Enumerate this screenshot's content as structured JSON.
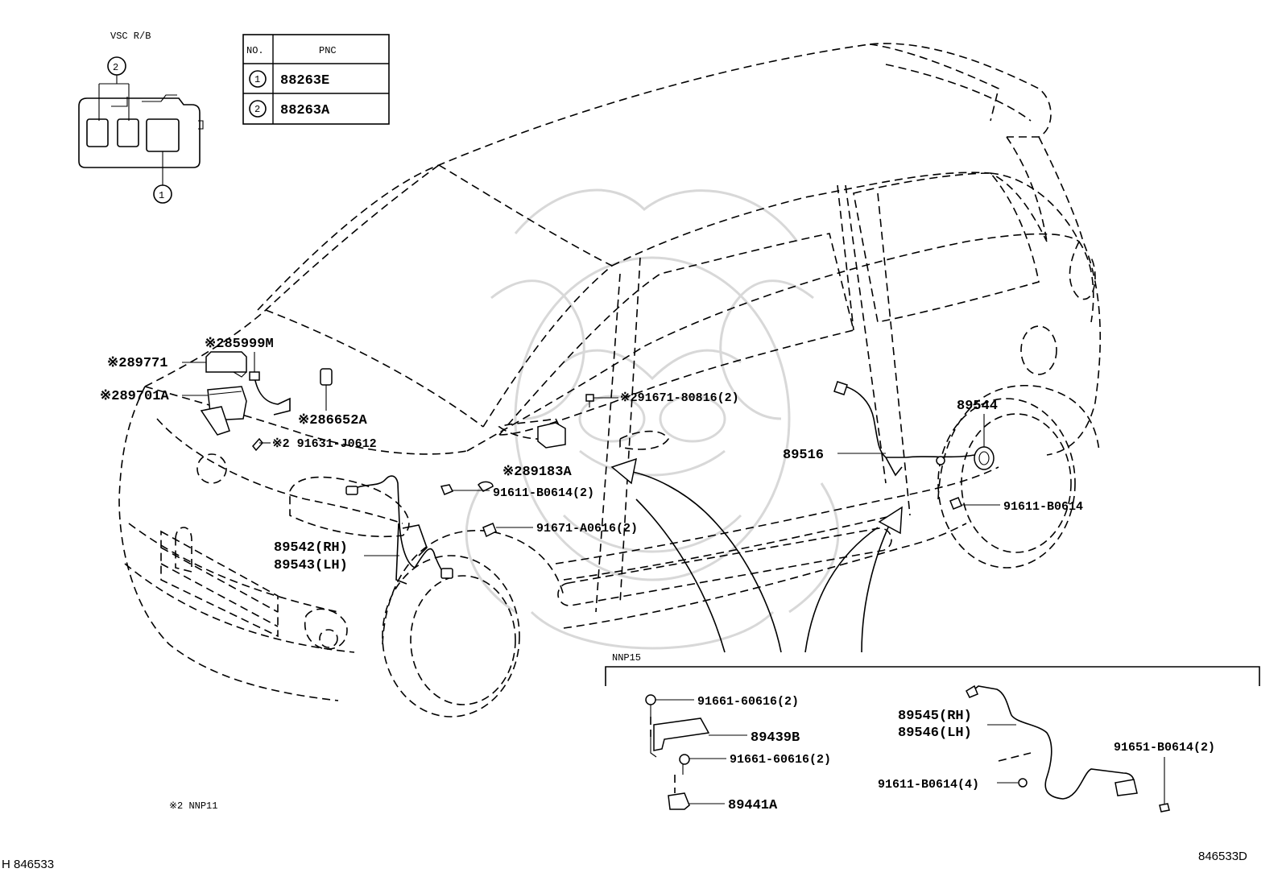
{
  "inset": {
    "title": "VSC R/B",
    "callout_top": "2",
    "callout_bottom": "1"
  },
  "pnc_table": {
    "headers": [
      "NO.",
      "PNC"
    ],
    "rows": [
      {
        "no": "1",
        "pnc": "88263E"
      },
      {
        "no": "2",
        "pnc": "88263A"
      }
    ]
  },
  "parts": [
    {
      "id": "p85999m",
      "text": "※285999M"
    },
    {
      "id": "p89771",
      "text": "※289771"
    },
    {
      "id": "p89701a",
      "text": "※289701A"
    },
    {
      "id": "p86652a",
      "text": "※286652A"
    },
    {
      "id": "p91631",
      "text": "※2 91631-J0612"
    },
    {
      "id": "p91671_80816",
      "text": "※291671-80816(2)"
    },
    {
      "id": "p89183a",
      "text": "※289183A"
    },
    {
      "id": "p91611_b0614_2",
      "text": "91611-B0614(2)"
    },
    {
      "id": "p91671_a0616",
      "text": "91671-A0616(2)"
    },
    {
      "id": "p89542",
      "text": "89542(RH)"
    },
    {
      "id": "p89543",
      "text": "89543(LH)"
    },
    {
      "id": "p89544",
      "text": "89544"
    },
    {
      "id": "p89516",
      "text": "89516"
    },
    {
      "id": "p91611_b0614",
      "text": "91611-B0614"
    }
  ],
  "nnp15": {
    "title": "NNP15",
    "parts": [
      {
        "id": "n91661_a",
        "text": "91661-60616(2)"
      },
      {
        "id": "n89439b",
        "text": "89439B"
      },
      {
        "id": "n91661_b",
        "text": "91661-60616(2)"
      },
      {
        "id": "n89441a",
        "text": "89441A"
      },
      {
        "id": "n89545",
        "text": "89545(RH)"
      },
      {
        "id": "n89546",
        "text": "89546(LH)"
      },
      {
        "id": "n91651",
        "text": "91651-B0614(2)"
      },
      {
        "id": "n91611_4",
        "text": "91611-B0614(4)"
      }
    ]
  },
  "footnote": "※2 NNP11",
  "ref_left": "H 846533",
  "ref_right": "846533D"
}
